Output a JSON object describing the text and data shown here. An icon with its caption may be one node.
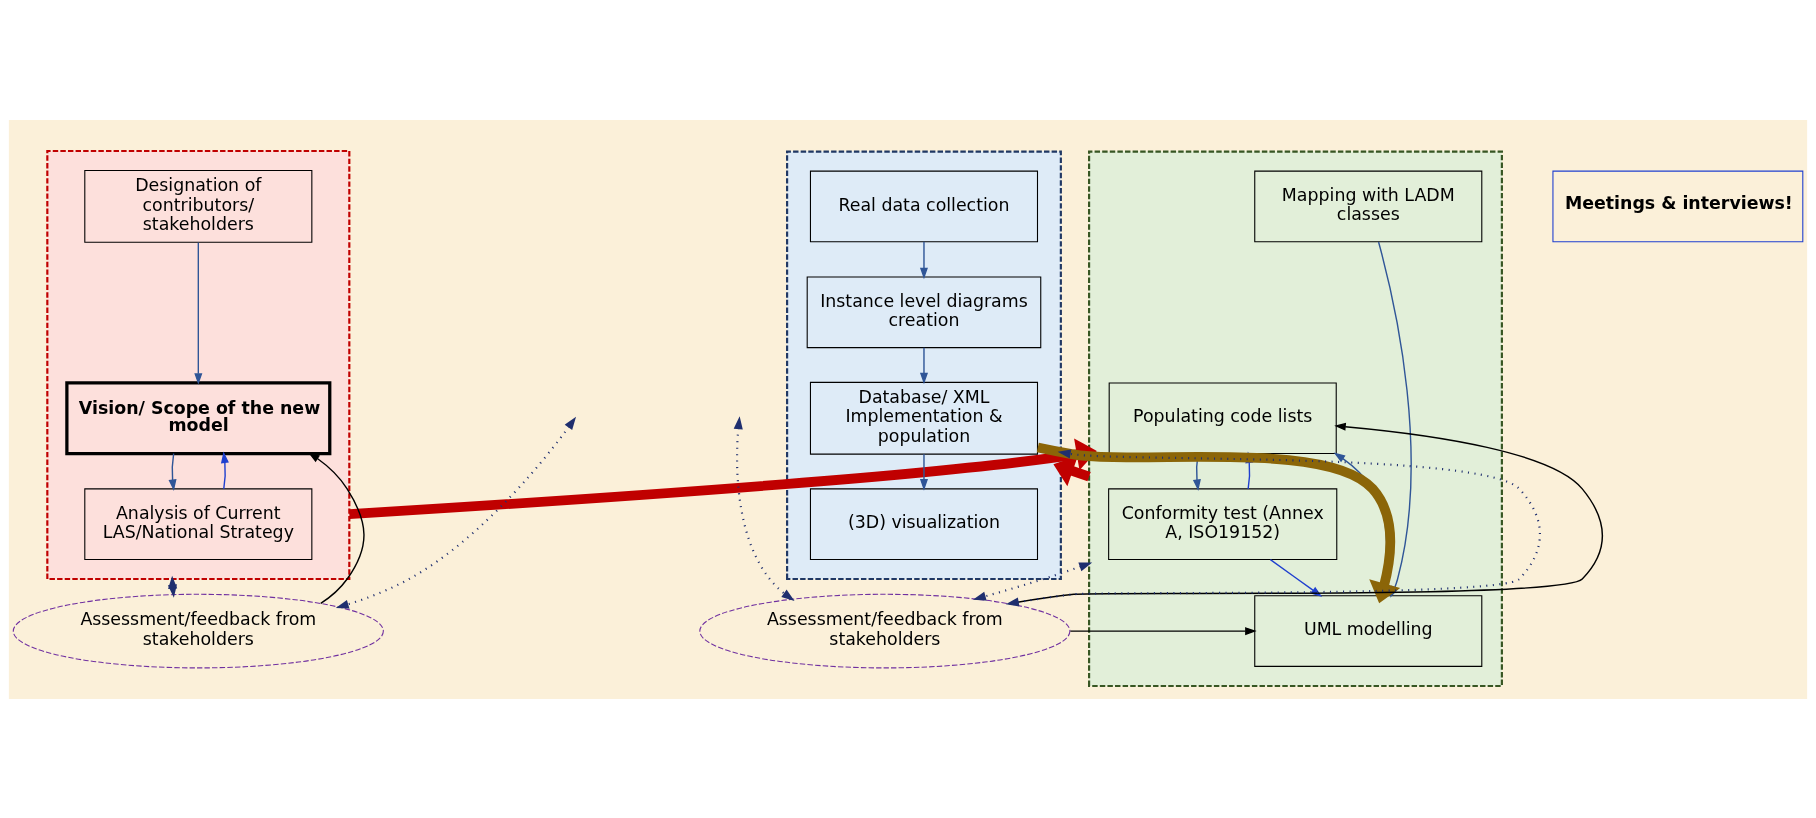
{
  "diagram": {
    "nodes": [
      {
        "text": [],
        "shape": "box"
      },
      {
        "text": [
          "Designation of contributors/ stakeholders"
        ],
        "in": 0
      },
      {
        "text": [
          "Vision/ Scope of the new model"
        ],
        "in": 0
      },
      {
        "text": [
          "Analysis of Current LAS/National Strategy"
        ],
        "in": 0
      },
      {
        "text": [
          "Meetings & interviews!"
        ]
      },
      {
        "text": [],
        "shape": "box"
      },
      {
        "text": [
          "Mapping with LADM classes"
        ],
        "in": 5
      },
      {
        "text": [
          "UML modelling"
        ],
        "in": 5
      },
      {
        "text": [
          "Populating code lists"
        ],
        "in": 5
      },
      {
        "text": [
          "Conformity test (Annex A, ISO19152)"
        ],
        "in": 5
      },
      {
        "text": [],
        "shape": "box"
      },
      {
        "text": [
          "Real data collection"
        ],
        "in": 10
      },
      {
        "text": [
          "Instance level diagrams creation"
        ],
        "in": 10
      },
      {
        "text": [
          "Database/ XML Implementation & population"
        ],
        "in": 10
      },
      {
        "text": [
          "(3D) visualization"
        ],
        "in": 10
      },
      {
        "text": [
          "Assessment/feedback from stakeholders"
        ]
      },
      {
        "text": [
          "Assessment/feedback from stakeholders"
        ]
      }
    ],
    "edges": [
      {
        "from": 1,
        "to": 2,
        "arrow": "to"
      },
      {
        "from": 2,
        "to": 3,
        "arrow": "to"
      },
      {
        "from": 3,
        "to": 2,
        "arrow": "to",
        "color": "#1f3fcf"
      },
      {
        "from": 15,
        "to": 2,
        "arrow": "to",
        "color": "#000000"
      },
      {
        "from": 0,
        "to": 5,
        "arrow": "to",
        "style": "thick",
        "color": "#c00000"
      },
      {
        "from": 6,
        "to": 7,
        "arrow": "to"
      },
      {
        "from": 7,
        "to": 8,
        "arrow": "to"
      },
      {
        "from": 8,
        "to": 9,
        "arrow": "to"
      },
      {
        "from": 9,
        "to": 7,
        "arrow": "to",
        "color": "#1f3fcf"
      },
      {
        "from": 9,
        "to": 8,
        "arrow": "to",
        "color": "#1f3fcf"
      },
      {
        "from": 16,
        "to": 7,
        "arrow": "to",
        "color": "#000000"
      },
      {
        "from": 16,
        "to": 8,
        "arrow": "to",
        "color": "#000000"
      },
      {
        "from": 5,
        "to": 10,
        "arrow": "to",
        "style": "thick",
        "color": "#c00000"
      },
      {
        "from": 13,
        "to": 7,
        "arrow": "to",
        "style": "thick",
        "color": "#8b6508"
      },
      {
        "from": 11,
        "to": 12,
        "arrow": "to"
      },
      {
        "from": 12,
        "to": 13,
        "arrow": "to"
      },
      {
        "from": 13,
        "to": 14,
        "arrow": "to"
      },
      {
        "from": 0,
        "to": 15,
        "arrow": "both",
        "style": "dashed",
        "color": "#1f2f6f"
      },
      {
        "from": null,
        "to": 15,
        "arrow": "both",
        "style": "dashed",
        "color": "#1f2f6f"
      },
      {
        "from": 5,
        "to": 16,
        "arrow": "both",
        "style": "dashed",
        "color": "#1f2f6f"
      },
      {
        "from": null,
        "to": 16,
        "arrow": "both",
        "style": "dashed",
        "color": "#1f2f6f"
      },
      {
        "from": 16,
        "to": 10,
        "arrow": "both",
        "style": "dashed",
        "color": "#1f2f6f"
      }
    ]
  }
}
